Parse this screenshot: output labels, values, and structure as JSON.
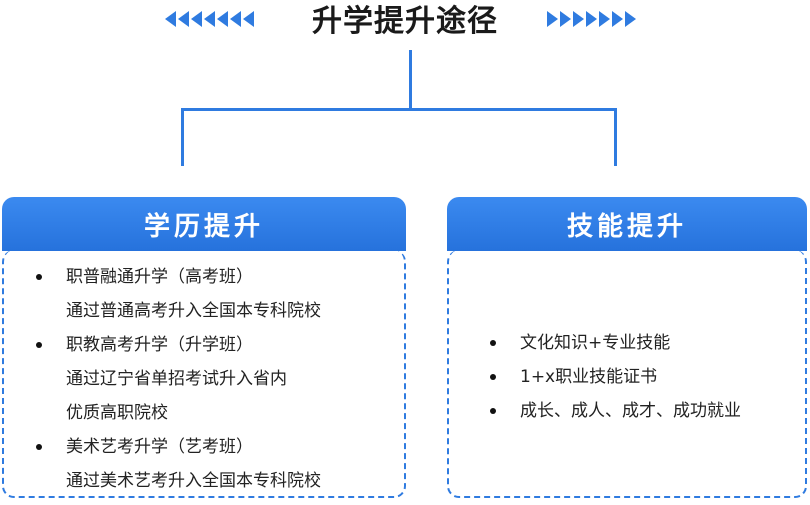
{
  "title": "升学提升途径",
  "colors": {
    "accent": "#2f7be0"
  },
  "left_box": {
    "header": "学历提升",
    "items": [
      {
        "lines": [
          "职普融通升学（高考班）",
          "通过普通高考升入全国本专科院校"
        ]
      },
      {
        "lines": [
          "职教高考升学（升学班）",
          "通过辽宁省单招考试升入省内",
          "优质高职院校"
        ]
      },
      {
        "lines": [
          "美术艺考升学（艺考班）",
          "通过美术艺考升入全国本专科院校"
        ]
      }
    ]
  },
  "right_box": {
    "header": "技能提升",
    "items": [
      {
        "lines": [
          "文化知识+专业技能"
        ]
      },
      {
        "lines": [
          "1+x职业技能证书"
        ]
      },
      {
        "lines": [
          "成长、成人、成才、成功就业"
        ]
      }
    ]
  }
}
